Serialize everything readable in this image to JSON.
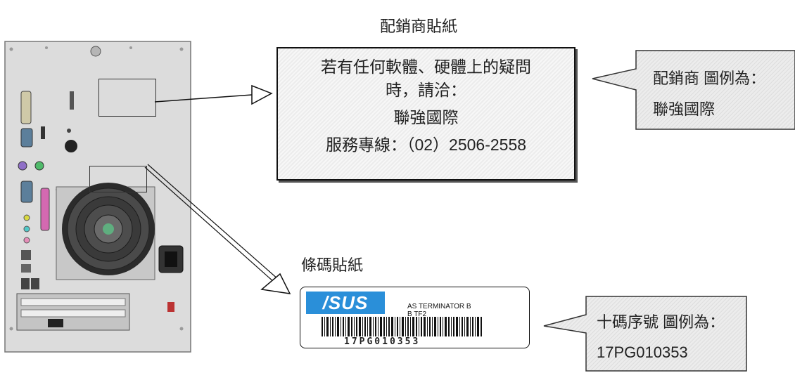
{
  "distributor_sticker": {
    "title": "配銷商貼紙",
    "lines": [
      "若有任何軟體、硬體上的疑問",
      "時，請洽：",
      "聯強國際",
      "服務專線：（02）2506-2558"
    ]
  },
  "distributor_callout": {
    "heading": "配銷商  圖例為：",
    "value": "聯強國際"
  },
  "barcode_sticker": {
    "title": "條碼貼紙",
    "logo": "/SUS",
    "model_line1": "AS  TERMINATOR B",
    "model_line2": "B   TF2",
    "serial": "17PG010353"
  },
  "serial_callout": {
    "heading": "十碼序號  圖例為：",
    "value": "17PG010353"
  },
  "colors": {
    "asus_blue": "#2a8fd9",
    "case_gray": "#d9d9d9",
    "callout_fill": "#e8e8e8"
  }
}
